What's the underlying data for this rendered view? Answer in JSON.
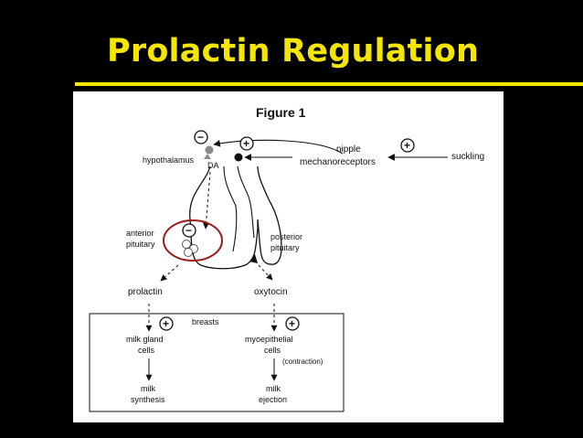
{
  "slide": {
    "title": "Prolactin Regulation"
  },
  "figure": {
    "title": "Figure 1",
    "labels": {
      "hypothalamus": "hypothalamus",
      "dopamine": "DA",
      "nipple_line1": "nipple",
      "nipple_line2": "mechanoreceptors",
      "suckling": "suckling",
      "anterior_line1": "anterior",
      "anterior_line2": "pituitary",
      "posterior_line1": "posterior",
      "posterior_line2": "pituitary",
      "prolactin": "prolactin",
      "oxytocin": "oxytocin",
      "breasts": "breasts",
      "milk_gland_line1": "milk gland",
      "milk_gland_line2": "cells",
      "myoepithelial_line1": "myoepithelial",
      "myoepithelial_line2": "cells",
      "contraction": "(contraction)",
      "milk_synthesis_line1": "milk",
      "milk_synthesis_line2": "synthesis",
      "milk_ejection_line1": "milk",
      "milk_ejection_line2": "ejection"
    },
    "signs": {
      "plus": "+",
      "minus": "−"
    },
    "colors": {
      "highlight_circle": "#9b1c1c",
      "title_yellow": "#f5e600",
      "dopamine_node": "#8a8a8a"
    }
  }
}
